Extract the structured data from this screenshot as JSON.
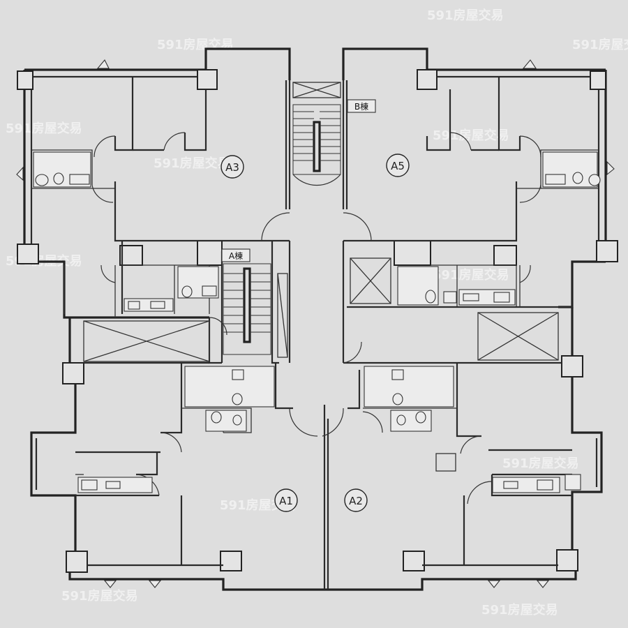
{
  "units": [
    {
      "label": "A3"
    },
    {
      "label": "A5"
    },
    {
      "label": "A1"
    },
    {
      "label": "A2"
    }
  ],
  "stair_labels": [
    {
      "label": "A棟"
    },
    {
      "label": "B棟"
    }
  ],
  "watermark": {
    "text": "591房屋交易"
  },
  "colors": {
    "paper": "#dedede",
    "ink": "#222222"
  }
}
